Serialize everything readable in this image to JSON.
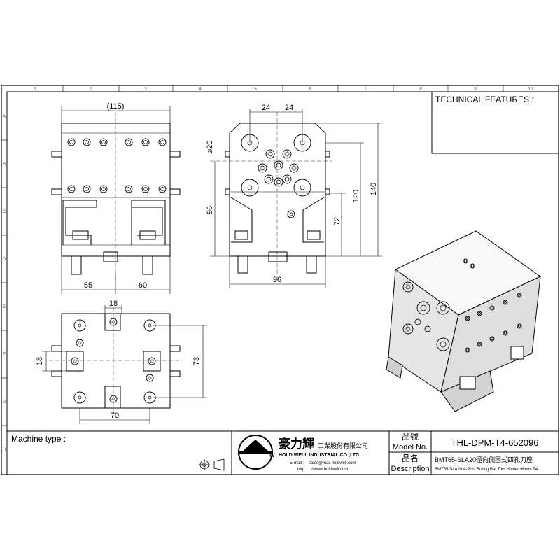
{
  "sheet": {
    "columns": [
      "1",
      "2",
      "3",
      "4",
      "5",
      "6",
      "7",
      "8",
      "9",
      "10"
    ],
    "rows": [
      "A",
      "B",
      "C",
      "D",
      "E",
      "F",
      "G",
      "H"
    ]
  },
  "technical_features": {
    "label": "TECHNICAL FEATURES :"
  },
  "machine_type": {
    "label": "Machine type :"
  },
  "dimensions": {
    "front_width": "(115)",
    "front_left": "55",
    "front_right": "60",
    "side_spacing_left": "24",
    "side_spacing_right": "24",
    "bore_dia": "⌀20",
    "side_width": "96",
    "side_height_96": "96",
    "side_height_72": "72",
    "side_height_120": "120",
    "side_height_140": "140",
    "top_slot": "18",
    "top_side": "18",
    "top_height": "73",
    "top_width": "70"
  },
  "title_block": {
    "company_cn": "豪力輝",
    "company_cn_suffix": "工業股份有限公司",
    "company_en": "HOLD WELL INDUSTRIAL CO.,LTD",
    "email_label": "E-mail :",
    "email": "sales@mail.holdwell.com",
    "http_label": "http :",
    "url": "//www.holdwell.com",
    "model_label_cn": "品號",
    "model_label_en": "Model No.",
    "model_value": "THL-DPM-T4-652096",
    "desc_label_cn": "品名",
    "desc_label_en": "Description",
    "desc_value_cn": "BMT65-SLA20徑向側固式四孔刀座",
    "desc_value_en": "BMT65-SLA20 4-Pos. Boring Bar Tool Holder 96mm T4"
  }
}
